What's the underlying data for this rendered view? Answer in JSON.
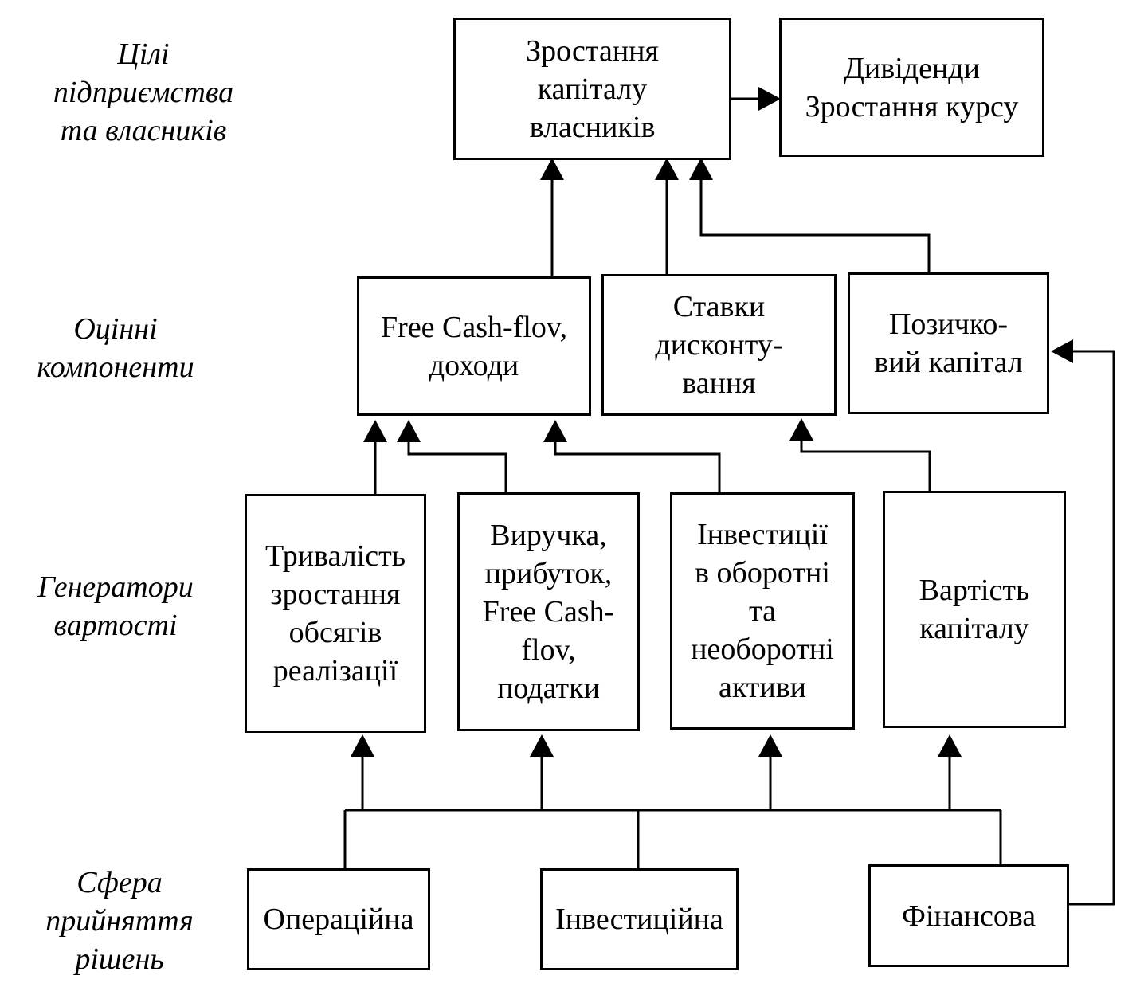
{
  "levels": {
    "goals": [
      "Цілі",
      "підприємства",
      "та власників"
    ],
    "evaluation": [
      "Оцінні",
      "компоненти"
    ],
    "generators": [
      "Генератори",
      "вартості"
    ],
    "sphere": [
      "Сфера",
      "прийняття",
      "рішень"
    ]
  },
  "boxes": {
    "capital_growth": [
      "Зростання",
      "капіталу",
      "власників"
    ],
    "dividends": [
      "Дивіденди",
      "Зростання курсу"
    ],
    "free_cash_flow": [
      "Free Cash-flov,",
      "доходи"
    ],
    "discount_rates": [
      "Ставки",
      "дисконту-",
      "вання"
    ],
    "borrowed_capital": [
      "Позичко-",
      "вий капітал"
    ],
    "sales_growth_duration": [
      "Тривалість",
      "зростання",
      "обсягів",
      "реалізації"
    ],
    "revenue_profit": [
      "Виручка,",
      "прибуток,",
      "Free Cash-",
      "flov,",
      "податки"
    ],
    "investments": [
      "Інвестиції",
      "в оборотні",
      "та",
      "необоротні",
      "активи"
    ],
    "cost_of_capital": [
      "Вартість",
      "капіталу"
    ],
    "operational": [
      "Операційна"
    ],
    "investment": [
      "Інвестиційна"
    ],
    "financial": [
      "Фінансова"
    ]
  },
  "colors": {
    "line": "#000000",
    "background": "#ffffff"
  }
}
